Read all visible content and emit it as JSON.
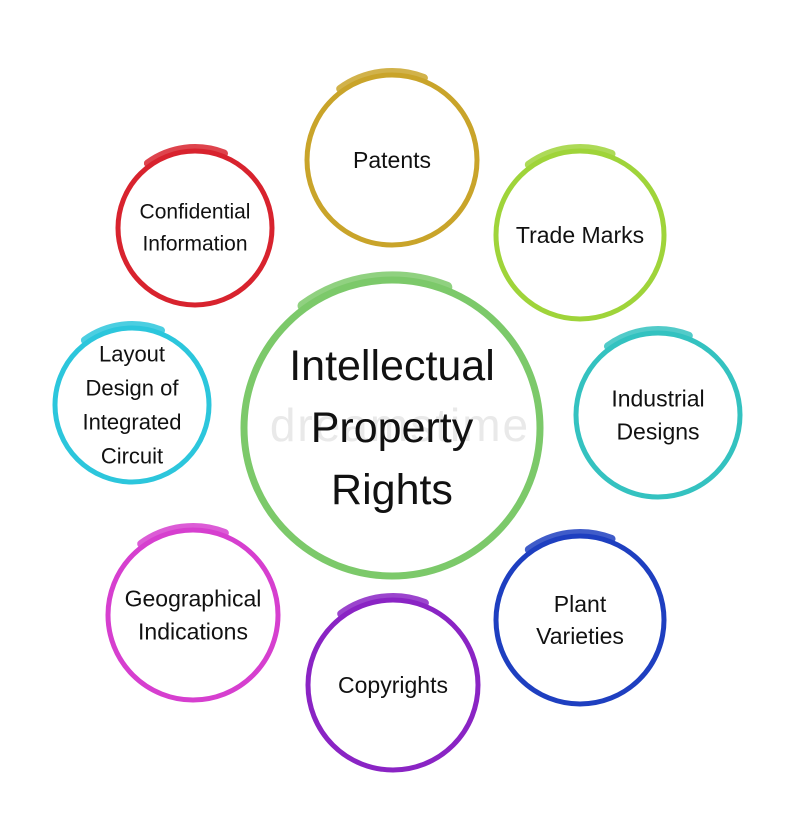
{
  "center": {
    "lines": [
      "Intellectual",
      "Property",
      "Rights"
    ],
    "color": "#7cc96a"
  },
  "watermark": "dreamstime",
  "nodes": [
    {
      "id": "patents",
      "lines": [
        "Patents"
      ],
      "color": "#c9a42a"
    },
    {
      "id": "trade-marks",
      "lines": [
        "Trade Marks"
      ],
      "color": "#9fd43a"
    },
    {
      "id": "industrial-designs",
      "lines": [
        "Industrial",
        "Designs"
      ],
      "color": "#34c2c0"
    },
    {
      "id": "plant-varieties",
      "lines": [
        "Plant",
        "Varieties"
      ],
      "color": "#1e3fc0"
    },
    {
      "id": "copyrights",
      "lines": [
        "Copyrights"
      ],
      "color": "#8a24c4"
    },
    {
      "id": "geographical-indications",
      "lines": [
        "Geographical",
        "Indications"
      ],
      "color": "#d63fcf"
    },
    {
      "id": "layout-design",
      "lines": [
        "Layout",
        "Design of",
        "Integrated",
        "Circuit"
      ],
      "color": "#2cc6dc"
    },
    {
      "id": "confidential-information",
      "lines": [
        "Confidential",
        "Information"
      ],
      "color": "#d8232e"
    }
  ]
}
